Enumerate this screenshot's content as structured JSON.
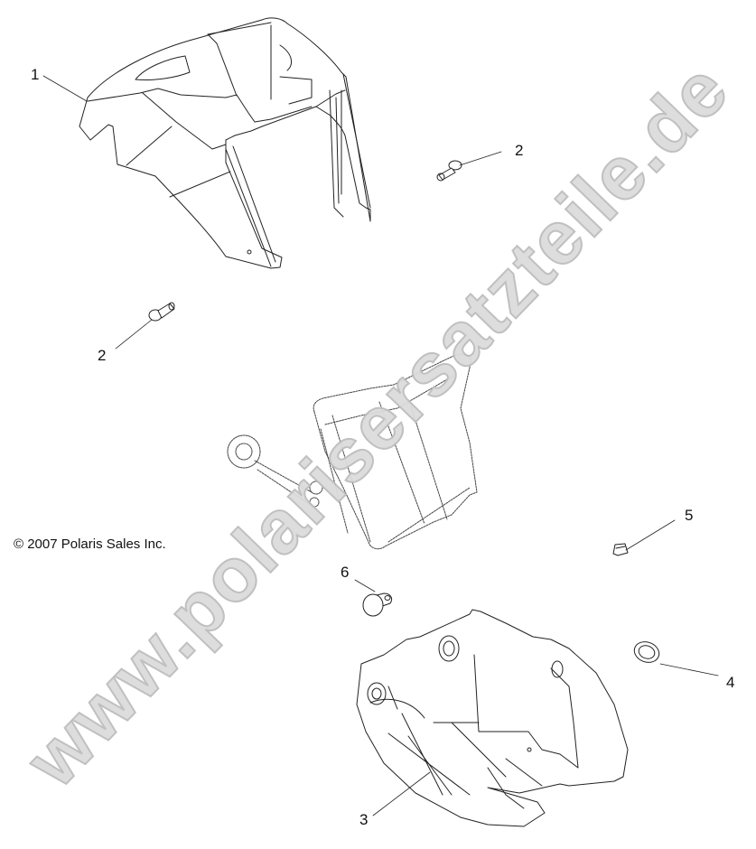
{
  "diagram": {
    "type": "exploded-parts-diagram",
    "copyright": "© 2007 Polaris Sales Inc.",
    "watermark": "www.polarisersatzteile.de",
    "colors": {
      "line": "#222222",
      "watermark_fill": "#dcdcdc",
      "watermark_stroke": "#bdbdbd",
      "background": "#ffffff"
    },
    "callouts": [
      {
        "number": "1",
        "part": "upper headlight pod cover"
      },
      {
        "number": "2",
        "part": "screw (upper right)"
      },
      {
        "number": "2",
        "part": "screw (left)"
      },
      {
        "number": "3",
        "part": "lower headlight pod housing"
      },
      {
        "number": "4",
        "part": "grommet / ring"
      },
      {
        "number": "5",
        "part": "clip nut"
      },
      {
        "number": "6",
        "part": "seal / boot"
      }
    ]
  }
}
